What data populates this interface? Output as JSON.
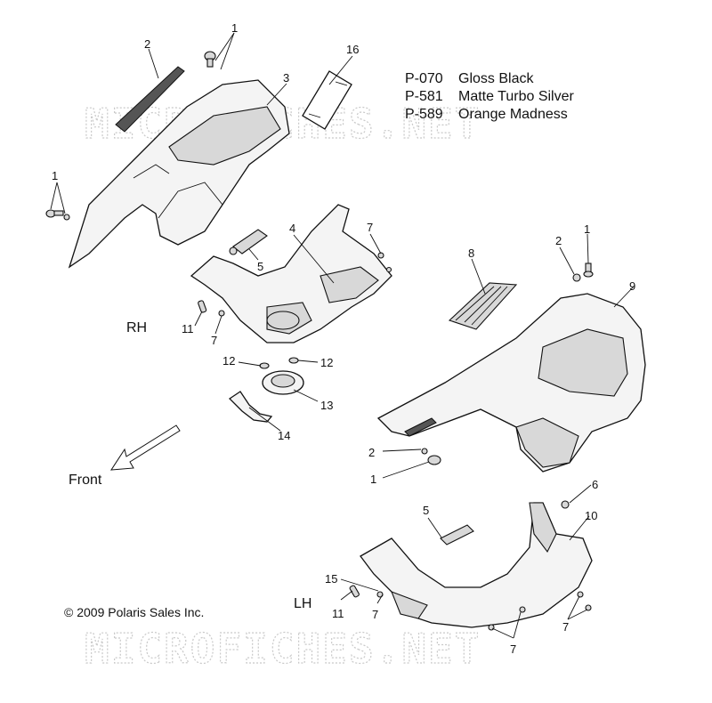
{
  "legend": [
    {
      "code": "P-070",
      "name": "Gloss Black"
    },
    {
      "code": "P-581",
      "name": "Matte Turbo Silver"
    },
    {
      "code": "P-589",
      "name": "Orange Madness"
    }
  ],
  "side_labels": {
    "rh": "RH",
    "lh": "LH"
  },
  "front_label": "Front",
  "copyright": "© 2009 Polaris Sales Inc.",
  "watermark": "MICROFICHES.NET",
  "callouts": {
    "c1a": "1",
    "c1b": "1",
    "c1c": "1",
    "c1d": "1",
    "c2a": "2",
    "c2b": "2",
    "c2c": "2",
    "c3": "3",
    "c4": "4",
    "c5a": "5",
    "c5b": "5",
    "c6": "6",
    "c7a": "7",
    "c7b": "7",
    "c7c": "7",
    "c7d": "7",
    "c7e": "7",
    "c8": "8",
    "c9": "9",
    "c10": "10",
    "c11a": "11",
    "c11b": "11",
    "c12a": "12",
    "c12b": "12",
    "c13": "13",
    "c14": "14",
    "c15": "15",
    "c16": "16"
  }
}
